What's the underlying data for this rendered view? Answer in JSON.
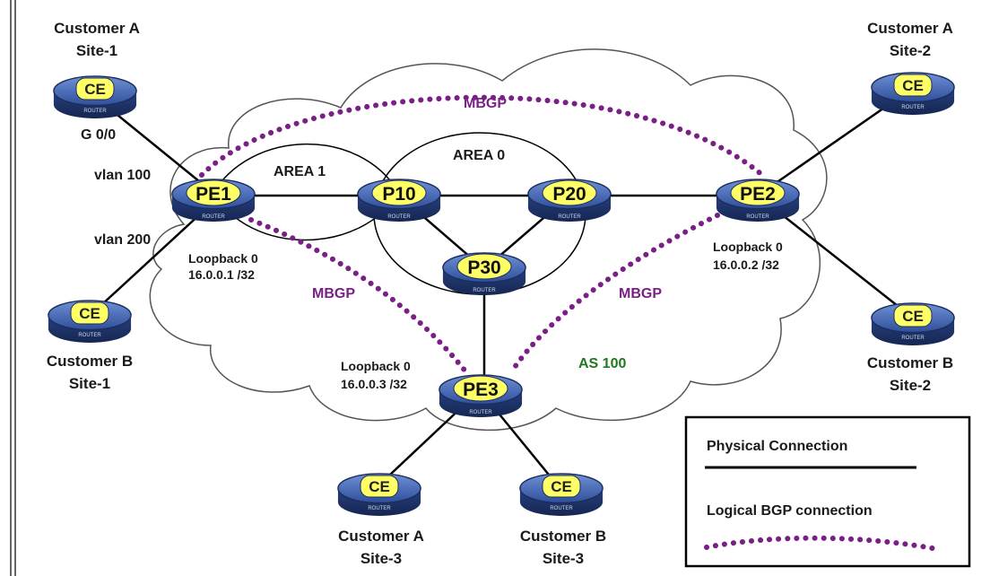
{
  "colors": {
    "router_body": "#2c4a8c",
    "router_top": "#3f62b0",
    "router_label_fill": "#ffff66",
    "cloud_stroke": "#555555",
    "physical_line": "#000000",
    "bgp_line": "#7a1f86",
    "as_text": "#1f7a1f"
  },
  "icons": {
    "router": "router-icon",
    "cloud": "cloud-shape"
  },
  "routers": {
    "pe1": "PE1",
    "pe2": "PE2",
    "pe3": "PE3",
    "p10": "P10",
    "p20": "P20",
    "p30": "P30"
  },
  "router_badge": "ROUTER",
  "ce_label": "CE",
  "customers": {
    "a1": {
      "name": "Customer A",
      "site": "Site-1"
    },
    "a2": {
      "name": "Customer A",
      "site": "Site-2"
    },
    "a3": {
      "name": "Customer A",
      "site": "Site-3"
    },
    "b1": {
      "name": "Customer B",
      "site": "Site-1"
    },
    "b2": {
      "name": "Customer B",
      "site": "Site-2"
    },
    "b3": {
      "name": "Customer B",
      "site": "Site-3"
    }
  },
  "labels": {
    "g00": "G 0/0",
    "vlan100": "vlan 100",
    "vlan200": "vlan 200",
    "area1": "AREA 1",
    "area0": "AREA 0",
    "as100": "AS 100",
    "mbgp_top": "MBGP",
    "mbgp_left": "MBGP",
    "mbgp_right": "MBGP",
    "pe1_loopback": "Loopback 0",
    "pe1_ip": "16.0.0.1 /32",
    "pe2_loopback": "Loopback 0",
    "pe2_ip": "16.0.0.2 /32",
    "pe3_loopback": "Loopback 0",
    "pe3_ip": "16.0.0.3 /32"
  },
  "legend": {
    "physical": "Physical Connection",
    "logical": "Logical BGP connection"
  }
}
